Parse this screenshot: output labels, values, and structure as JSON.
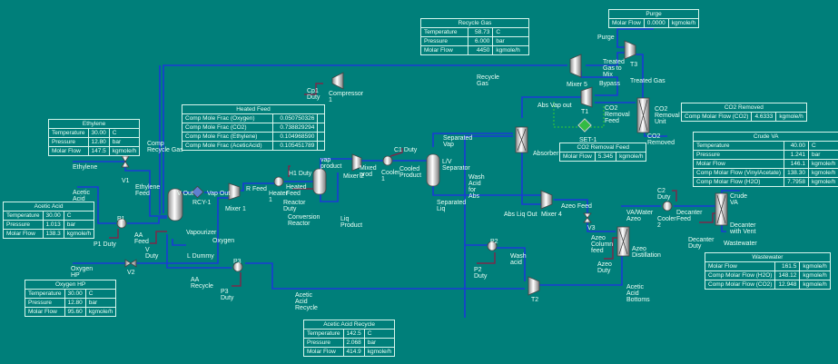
{
  "colors": {
    "background": "#007f7a",
    "stream": "#1a3bd6",
    "energy": "#7a2a4a",
    "logic": "#33cc33",
    "equipment": "#dcdcdc"
  },
  "tables": {
    "recycle_gas": {
      "title": "Recycle Gas",
      "rows": [
        [
          "Temperature",
          "58.73",
          "C"
        ],
        [
          "Pressure",
          "6.000",
          "bar"
        ],
        [
          "Molar Flow",
          "4450",
          "kgmole/h"
        ]
      ]
    },
    "purge": {
      "title": "Purge",
      "rows": [
        [
          "Molar Flow",
          "0.0000",
          "kgmole/h"
        ]
      ]
    },
    "heated_feed": {
      "title": "Heated Feed",
      "rows": [
        [
          "Comp Mole Frac (Oxygen)",
          "0.050750326",
          ""
        ],
        [
          "Comp Mole Frac (CO2)",
          "0.738829294",
          ""
        ],
        [
          "Comp Mole Frac (Ethylene)",
          "0.104968590",
          ""
        ],
        [
          "Comp Mole Frac (AceticAcid)",
          "0.105451789",
          ""
        ]
      ]
    },
    "ethylene": {
      "title": "Ethylene",
      "rows": [
        [
          "Temperature",
          "30.00",
          "C"
        ],
        [
          "Pressure",
          "12.80",
          "bar"
        ],
        [
          "Molar Flow",
          "147.5",
          "kgmole/h"
        ]
      ]
    },
    "acetic_acid": {
      "title": "Acetic Acid",
      "rows": [
        [
          "Temperature",
          "30.00",
          "C"
        ],
        [
          "Pressure",
          "1.013",
          "bar"
        ],
        [
          "Molar Flow",
          "138.3",
          "kgmole/h"
        ]
      ]
    },
    "oxygen_hp": {
      "title": "Oxygen HP",
      "rows": [
        [
          "Temperature",
          "30.00",
          "C"
        ],
        [
          "Pressure",
          "12.80",
          "bar"
        ],
        [
          "Molar Flow",
          "95.60",
          "kgmole/h"
        ]
      ]
    },
    "acetic_acid_recycle": {
      "title": "Acetic Acid Recycle",
      "rows": [
        [
          "Temperature",
          "142.5",
          "C"
        ],
        [
          "Pressure",
          "2.068",
          "bar"
        ],
        [
          "Molar Flow",
          "414.9",
          "kgmole/h"
        ]
      ]
    },
    "co2_removed": {
      "title": "CO2 Removed",
      "rows": [
        [
          "Comp Molar Flow (CO2)",
          "4.6333",
          "kgmole/h"
        ]
      ]
    },
    "co2_removal_feed": {
      "title": "CO2 Removal Feed",
      "rows": [
        [
          "Molar Flow",
          "5.345",
          "kgmole/h"
        ]
      ]
    },
    "crude_va": {
      "title": "Crude VA",
      "rows": [
        [
          "Temperature",
          "40.00",
          "C"
        ],
        [
          "Pressure",
          "1.241",
          "bar"
        ],
        [
          "Molar Flow",
          "146.1",
          "kgmole/h"
        ],
        [
          "Comp Molar Flow (VinylAcetate)",
          "138.30",
          "kgmole/h"
        ],
        [
          "Comp Molar Flow (H2O)",
          "7.7958",
          "kgmole/h"
        ]
      ]
    },
    "wastewater": {
      "title": "Wastewater",
      "rows": [
        [
          "Molar Flow",
          "161.5",
          "kgmole/h"
        ],
        [
          "Comp Molar Flow (H2O)",
          "148.12",
          "kgmole/h"
        ],
        [
          "Comp Molar Flow (CO2)",
          "12.948",
          "kgmole/h"
        ]
      ]
    }
  },
  "labels": {
    "purge": "Purge",
    "t3": "T3",
    "treated_gas_to_mix": "Treated\nGas to\nMix",
    "mixer5": "Mixer 5",
    "bypass": "Bypass",
    "treated_gas": "Treated Gas",
    "recycle_gas": "Recycle\nGas",
    "co2_removal_unit": "CO2\nRemoval\nUnit",
    "co2_removed": "CO2\nRemoved",
    "abs_vap_out": "Abs Vap out",
    "t1": "T1",
    "co2_removal_feed": "CO2\nRemoval\nFeed",
    "set1": "SET-1",
    "cp1_duty": "Cp1\nDuty",
    "compressor1": "Compressor\n1",
    "comp_recycle_gas": "Comp\nRecycle Gas",
    "ethylene": "Ethylene",
    "v1": "V1",
    "ethylene_feed": "Ethylene\nFeed",
    "acetic_acid": "Acetic\nAcid",
    "p1": "P1",
    "p1_duty": "P1 Duty",
    "aa_feed": "AA\nFeed",
    "v_out": "V Out",
    "rcy1": "RCY-1",
    "vap_out": "Vap Out",
    "mixer1": "Mixer 1",
    "r_feed": "R Feed",
    "h1_duty": "H1 Duty",
    "heater1": "Heater\n1",
    "heated_feed": "Heated\nFeed",
    "reactor_duty": "Reactor\nDuty",
    "conversion_reactor": "Conversion\nReactor",
    "vap_product": "vap\nproduct",
    "liq_product": "Liq\nProduct",
    "mixer2": "Mixer 2",
    "mixed_prod": "Mixed\nprod",
    "cooler1": "Cooler\n1",
    "c1_duty": "C1 Duty",
    "cooled_product": "Cooled\nProduct",
    "lv_separator": "L/V\nSeparator",
    "separated_vap": "Separated\nVap",
    "wash_acid_for_abs": "Wash\nAcid\nfor\nAbs",
    "separated_liq": "Separated\nLiq",
    "absorber": "Absorber",
    "abs_liq_out": "Abs Liq Out",
    "mixer4": "Mixer 4",
    "azeo_feed": "Azeo Feed",
    "v3": "V3",
    "azeo_column_feed": "Azeo\nColumn\nfeed",
    "azeo_duty": "Azeo\nDuty",
    "azeo_distillation": "Azeo\nDistillation",
    "va_water_azeo": "VA/Water\nAzeo",
    "cooler2": "Cooler\n2",
    "c2_duty": "C2\nDuty",
    "decanter_feed": "Decanter\nFeed",
    "decanter_duty": "Decanter\nDuty",
    "crude_va": "Crude\nVA",
    "decanter_with_vent": "Decanter\nwith Vent",
    "wastewater": "Wastewater",
    "acetic_acid_bottoms": "Acetic\nAcid\nBottoms",
    "t2": "T2",
    "p2": "P2",
    "p2_duty": "P2\nDuty",
    "wash_acid": "Wash\nacid",
    "vapourizer": "Vapourizer",
    "v_duty": "V\nDuty",
    "l_dummy": "L Dummy",
    "oxygen": "Oxygen",
    "oxygen_hp": "Oxygen\nHP",
    "v2": "V2",
    "aa_recycle": "AA\nRecycle",
    "p3": "P3",
    "p3_duty": "P3\nDuty",
    "acetic_acid_recycle": "Acetic\nAcid\nRecycle"
  }
}
